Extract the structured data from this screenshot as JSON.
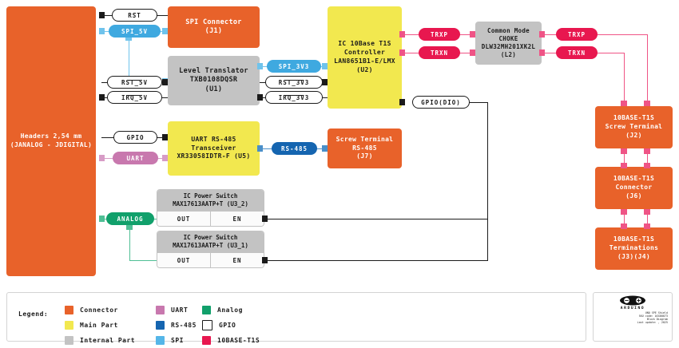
{
  "diagram": {
    "title": "UNO SPE Shield Block Diagram",
    "blocks": {
      "headers": {
        "line1": "Headers 2,54 mm",
        "line2": "(JANALOG - JDIGITAL)",
        "type": "connector"
      },
      "spi_connector": {
        "line1": "SPI Connector",
        "line2": "(J1)",
        "type": "connector"
      },
      "level_translator": {
        "line1": "Level Translator",
        "line2": "TXB0108DQSR",
        "line3": "(U1)",
        "type": "internal"
      },
      "uart_transceiver": {
        "line1": "UART RS-485",
        "line2": "Transceiver",
        "line3": "XR33058IDTR-F (U5)",
        "type": "mainpart"
      },
      "t1s_controller": {
        "line1": "IC 10Base T1S",
        "line2": "Controller",
        "line3": "LAN8651B1-E/LMX",
        "line4": "(U2)",
        "type": "mainpart"
      },
      "choke": {
        "line1": "Common Mode",
        "line2": "CHOKE",
        "line3": "DLW32MH201XK2L",
        "line4": "(L2)",
        "type": "internal"
      },
      "screw_rs485": {
        "line1": "Screw Terminal",
        "line2": "RS-485",
        "line3": "(J7)",
        "type": "connector"
      },
      "t1s_screw": {
        "line1": "10BASE-T1S",
        "line2": "Screw Terminal",
        "line3": "(J2)",
        "type": "connector"
      },
      "t1s_connector": {
        "line1": "10BASE-T1S",
        "line2": "Connector",
        "line3": "(J6)",
        "type": "connector"
      },
      "t1s_terminations": {
        "line1": "10BASE-T1S",
        "line2": "Terminations",
        "line3": "(J3)(J4)",
        "type": "connector"
      },
      "power_switch_2": {
        "line1": "IC Power Switch",
        "line2": "MAX17613AATP+T (U3_2)",
        "out": "OUT",
        "en": "EN"
      },
      "power_switch_1": {
        "line1": "IC Power Switch",
        "line2": "MAX17613AATP+T (U3_1)",
        "out": "OUT",
        "en": "EN"
      }
    },
    "signals": {
      "rst": "RST",
      "spi_5v": "SPI_5V",
      "rst_5v": "RST_5V",
      "irq_5v": "IRQ_5V",
      "spi_3v3": "SPI_3V3",
      "rst_3v3": "RST_3V3",
      "irq_3v3": "IRQ_3V3",
      "gpio": "GPIO",
      "uart": "UART",
      "rs485": "RS-485",
      "analog": "ANALOG",
      "gpio_dio": "GPIO(DIO)",
      "trxp_left": "TRXP",
      "trxn_left": "TRXN",
      "trxp_right": "TRXP",
      "trxn_right": "TRXN"
    }
  },
  "legend": {
    "title": "Legend:",
    "columns": [
      [
        {
          "label": "Connector",
          "color": "#E8622A",
          "kind": "fill"
        },
        {
          "label": "Main Part",
          "color": "#F2E84F",
          "kind": "fill"
        },
        {
          "label": "Internal Part",
          "color": "#C3C3C3",
          "kind": "fill"
        }
      ],
      [
        {
          "label": "UART",
          "color": "#C878AE",
          "kind": "fill"
        },
        {
          "label": "RS-485",
          "color": "#1565B0",
          "kind": "fill"
        },
        {
          "label": "SPI",
          "color": "#55B6E8",
          "kind": "fill"
        }
      ],
      [
        {
          "label": "Analog",
          "color": "#11A06B",
          "kind": "fill"
        },
        {
          "label": "GPIO",
          "color": "#FFFFFF",
          "kind": "outline"
        },
        {
          "label": "10BASE-T1S",
          "color": "#E8174F",
          "kind": "fill"
        }
      ]
    ]
  },
  "info_box": {
    "brand": "ARDUINO",
    "line1": "UNO SPE Shield",
    "line2": "SKU code: ASX00073",
    "line3": "Block Diagram",
    "line4": "Last update: , 2025"
  },
  "colors": {
    "connector": "#E8622A",
    "main_part": "#F2E84F",
    "internal_part": "#C3C3C3",
    "uart": "#C878AE",
    "rs485": "#1565B0",
    "spi": "#3FA9E0",
    "analog": "#11A06B",
    "t1s": "#E8174F",
    "gpio_outline": "#1b1b1b"
  }
}
